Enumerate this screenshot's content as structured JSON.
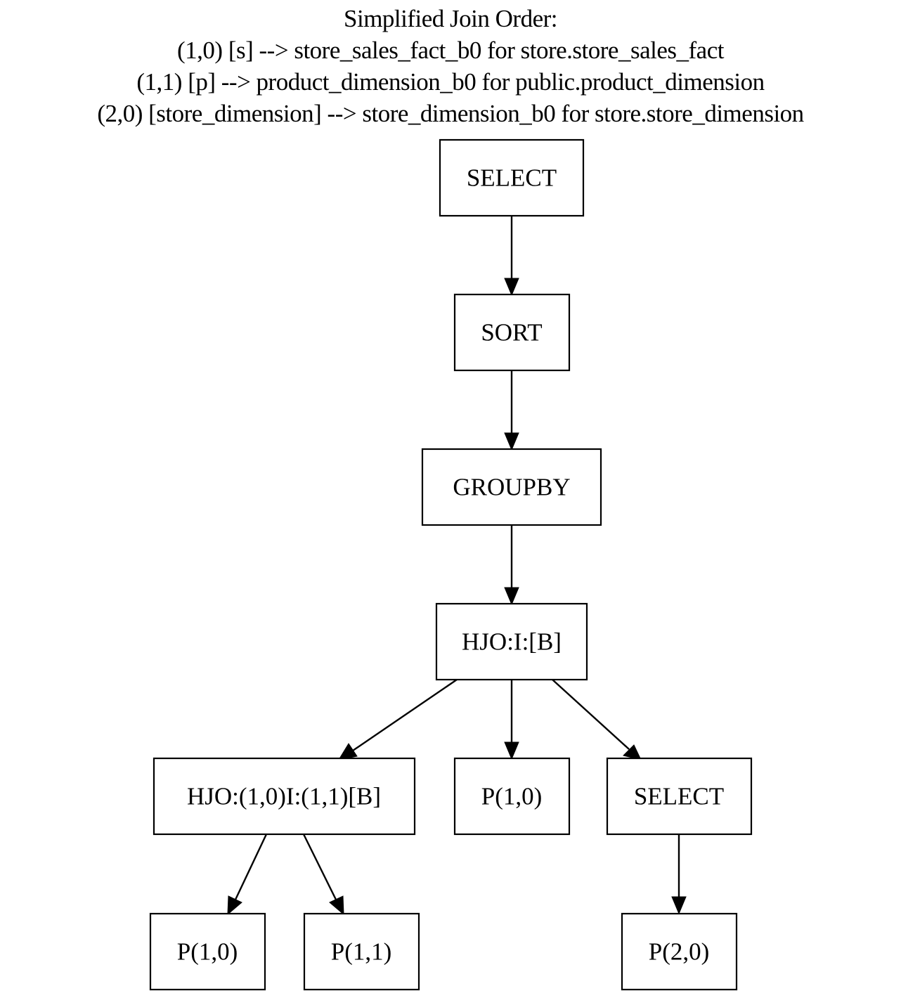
{
  "header": {
    "title": "Simplified Join Order:",
    "lines": [
      "(1,0) [s] --> store_sales_fact_b0 for store.store_sales_fact",
      "(1,1) [p] --> product_dimension_b0 for public.product_dimension",
      "(2,0) [store_dimension] --> store_dimension_b0 for store.store_dimension"
    ]
  },
  "nodes": {
    "select_top": "SELECT",
    "sort": "SORT",
    "groupby": "GROUPBY",
    "hjo_root": "HJO:I:[B]",
    "hjo_inner": "HJO:(1,0)I:(1,1)[B]",
    "p10_mid": "P(1,0)",
    "select_right": "SELECT",
    "p10_leaf": "P(1,0)",
    "p11_leaf": "P(1,1)",
    "p20_leaf": "P(2,0)"
  }
}
